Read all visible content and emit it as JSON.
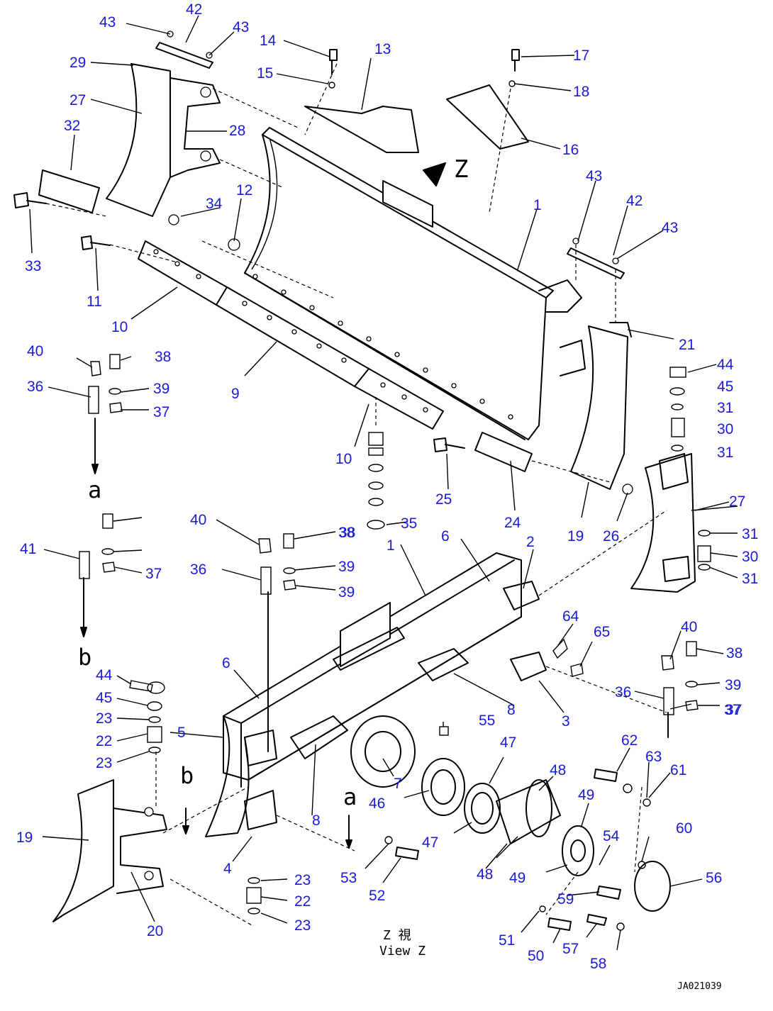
{
  "callouts": [
    "43",
    "42",
    "43",
    "14",
    "13",
    "17",
    "15",
    "18",
    "29",
    "27",
    "28",
    "32",
    "16",
    "43",
    "12",
    "34",
    "42",
    "1",
    "43",
    "33",
    "11",
    "10",
    "21",
    "9",
    "44",
    "40",
    "38",
    "45",
    "36",
    "39",
    "31",
    "37",
    "30",
    "31",
    "10",
    "25",
    "24",
    "27",
    "19",
    "26",
    "35",
    "38",
    "6",
    "2",
    "31",
    "40",
    "1",
    "38",
    "39",
    "30",
    "41",
    "37",
    "36",
    "39",
    "31",
    "37",
    "64",
    "40",
    "65",
    "38",
    "6",
    "44",
    "8",
    "39",
    "36",
    "45",
    "3",
    "37",
    "23",
    "55",
    "22",
    "5",
    "47",
    "62",
    "63",
    "23",
    "61",
    "48",
    "49",
    "7",
    "46",
    "19",
    "8",
    "54",
    "60",
    "56",
    "53",
    "47",
    "59",
    "52",
    "48",
    "49",
    "4",
    "23",
    "22",
    "51",
    "50",
    "57",
    "23",
    "20",
    "58"
  ],
  "letters": {
    "a1": "a",
    "b1": "b",
    "b2": "b",
    "a2": "a",
    "z_arrow": "Z"
  },
  "view_caption": {
    "line1": "Z  視",
    "line2": "View Z"
  },
  "drawing_id": "JA021039"
}
